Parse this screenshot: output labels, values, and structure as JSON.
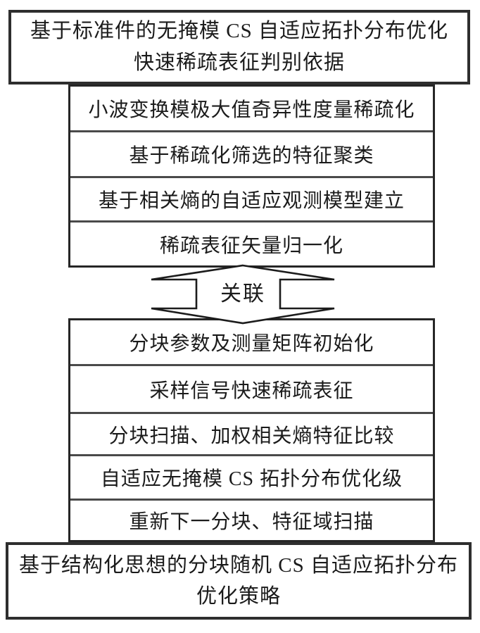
{
  "page": {
    "background_color": "#ffffff",
    "line_color": "#2e2e2e",
    "divider_color": "#4a4a4a",
    "text_color": "#1b1b1b"
  },
  "flowchart": {
    "top_box": {
      "line1": "基于标准件的无掩模 CS 自适应拓扑分布优化",
      "line2": "快速稀疏表征判别依据"
    },
    "upper_steps": [
      {
        "label": "小波变换模极大值奇异性度量稀疏化"
      },
      {
        "label": "基于稀疏化筛选的特征聚类"
      },
      {
        "label": "基于相关熵的自适应观测模型建立"
      },
      {
        "label": "稀疏表征矢量归一化"
      }
    ],
    "connector": {
      "label": "关联",
      "shape": "vertical-double-headed-block-arrow",
      "fill": "#ffffff",
      "stroke": "#1c1c1c"
    },
    "lower_steps": [
      {
        "label": "分块参数及测量矩阵初始化"
      },
      {
        "label": "采样信号快速稀疏表征"
      },
      {
        "label": "分块扫描、加权相关熵特征比较"
      },
      {
        "label": "自适应无掩模 CS 拓扑分布优化级"
      },
      {
        "label": "重新下一分块、特征域扫描"
      }
    ],
    "bottom_box": {
      "line1": "基于结构化思想的分块随机 CS 自适应拓扑分布",
      "line2": "优化策略"
    }
  }
}
